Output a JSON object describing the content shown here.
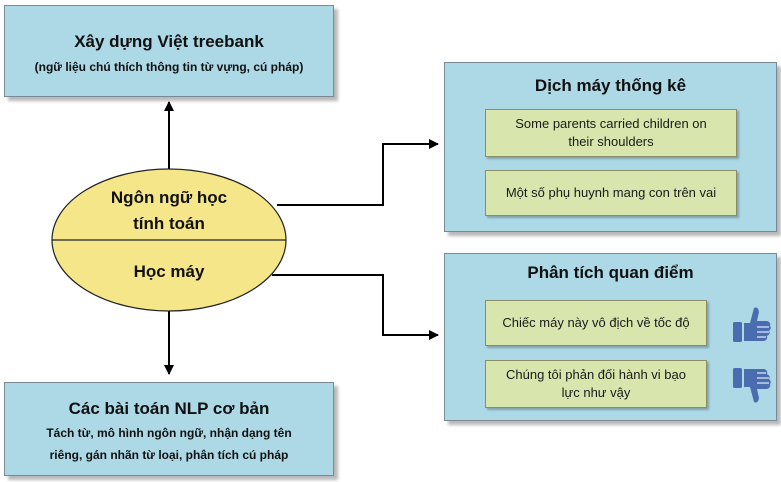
{
  "top_box": {
    "title": "Xây dựng Việt treebank",
    "subtitle": "(ngữ liệu chú thích thông tin từ vựng, cú pháp)"
  },
  "center": {
    "top_line1": "Ngôn ngữ học",
    "top_line2": "tính toán",
    "bottom": "Học máy"
  },
  "bottom_box": {
    "title": "Các bài toán NLP cơ bản",
    "line1": "Tách từ, mô hình ngôn ngữ, nhận dạng tên",
    "line2": "riêng, gán nhãn từ loại, phân tích cú pháp"
  },
  "mt_box": {
    "title": "Dịch máy thống kê",
    "item1_line1": "Some parents carried children on",
    "item1_line2": "their shoulders",
    "item2": "Một số phụ huynh mang con trên vai"
  },
  "sa_box": {
    "title": "Phân tích quan điểm",
    "item1": "Chiếc máy này vô địch về tốc độ",
    "item2_line1": "Chúng tôi phản đối hành vi bạo",
    "item2_line2": "lực như vậy"
  },
  "colors": {
    "box_fill": "#add8e6",
    "inner_fill": "#d8e6ad",
    "ellipse_fill": "#f5e68a",
    "thumb_blue": "#4a6db0"
  },
  "icons": [
    "thumbs-up-icon",
    "thumbs-down-icon"
  ]
}
